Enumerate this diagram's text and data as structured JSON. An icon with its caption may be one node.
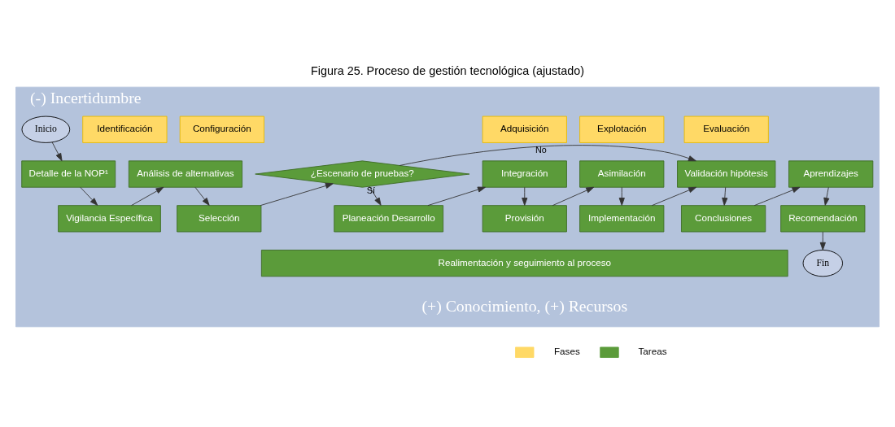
{
  "diagram": {
    "title": "Figura 25. Proceso de gestión tecnológica (ajustado)",
    "nodes": [
      {
        "text": [
          "(-) Incertidumbre",
          "(+) Conocimiento, (+) Recursos"
        ]
      },
      {
        "text": [
          "Identificación"
        ],
        "in": 0
      },
      {
        "text": [
          "Configuración"
        ],
        "in": 0
      },
      {
        "text": [
          "Adquisición"
        ],
        "in": 0
      },
      {
        "text": [
          "Explotación"
        ],
        "in": 0
      },
      {
        "text": [
          "Evaluación"
        ],
        "in": 0
      },
      {
        "text": [
          "Inicio"
        ],
        "in": 0
      },
      {
        "text": [
          "Detalle de la NOP¹"
        ],
        "in": 0
      },
      {
        "text": [
          "Vigilancia Específica"
        ],
        "in": 0
      },
      {
        "text": [
          "Análisis de alternativas"
        ],
        "in": 0
      },
      {
        "text": [
          "Selección"
        ],
        "in": 0
      },
      {
        "text": [
          "¿Escenario de pruebas?"
        ],
        "in": 0
      },
      {
        "text": [
          "Planeación Desarrollo"
        ],
        "in": 0
      },
      {
        "text": [
          "Integración"
        ],
        "in": 0
      },
      {
        "text": [
          "Provisión"
        ],
        "in": 0
      },
      {
        "text": [
          "Asimilación"
        ],
        "in": 0
      },
      {
        "text": [
          "Implementación"
        ],
        "in": 0
      },
      {
        "text": [
          "Validación hipótesis"
        ],
        "in": 0
      },
      {
        "text": [
          "Conclusiones"
        ],
        "in": 0
      },
      {
        "text": [
          "Aprendizajes"
        ],
        "in": 0
      },
      {
        "text": [
          "Recomendación"
        ],
        "in": 0
      },
      {
        "text": [
          "Fin"
        ],
        "in": 0
      },
      {
        "text": [
          "Realimentación y seguimiento al proceso"
        ],
        "in": 0
      }
    ],
    "edges": [
      {
        "from": 6,
        "to": 7,
        "arrow": "to"
      },
      {
        "from": 7,
        "to": 8,
        "arrow": "to"
      },
      {
        "from": 8,
        "to": 9,
        "arrow": "to"
      },
      {
        "from": 9,
        "to": 10,
        "arrow": "to"
      },
      {
        "from": 10,
        "to": 11,
        "arrow": "to"
      },
      {
        "from": 11,
        "to": 17,
        "arrow": "to",
        "label": "No"
      },
      {
        "from": 11,
        "to": 12,
        "arrow": "to",
        "label": "Sí"
      },
      {
        "from": 12,
        "to": 13,
        "arrow": "to"
      },
      {
        "from": 13,
        "to": 14,
        "arrow": "to"
      },
      {
        "from": 14,
        "to": 15,
        "arrow": "to"
      },
      {
        "from": 15,
        "to": 16,
        "arrow": "to"
      },
      {
        "from": 16,
        "to": 17,
        "arrow": "to"
      },
      {
        "from": 17,
        "to": 18,
        "arrow": "to"
      },
      {
        "from": 18,
        "to": 19,
        "arrow": "to"
      },
      {
        "from": 19,
        "to": 20,
        "arrow": "to"
      },
      {
        "from": 20,
        "to": 21,
        "arrow": "to"
      }
    ],
    "legend": [
      {
        "text": "Fases",
        "color": "#ffd966"
      },
      {
        "text": "Tareas",
        "color": "#5b9b3a"
      }
    ]
  }
}
